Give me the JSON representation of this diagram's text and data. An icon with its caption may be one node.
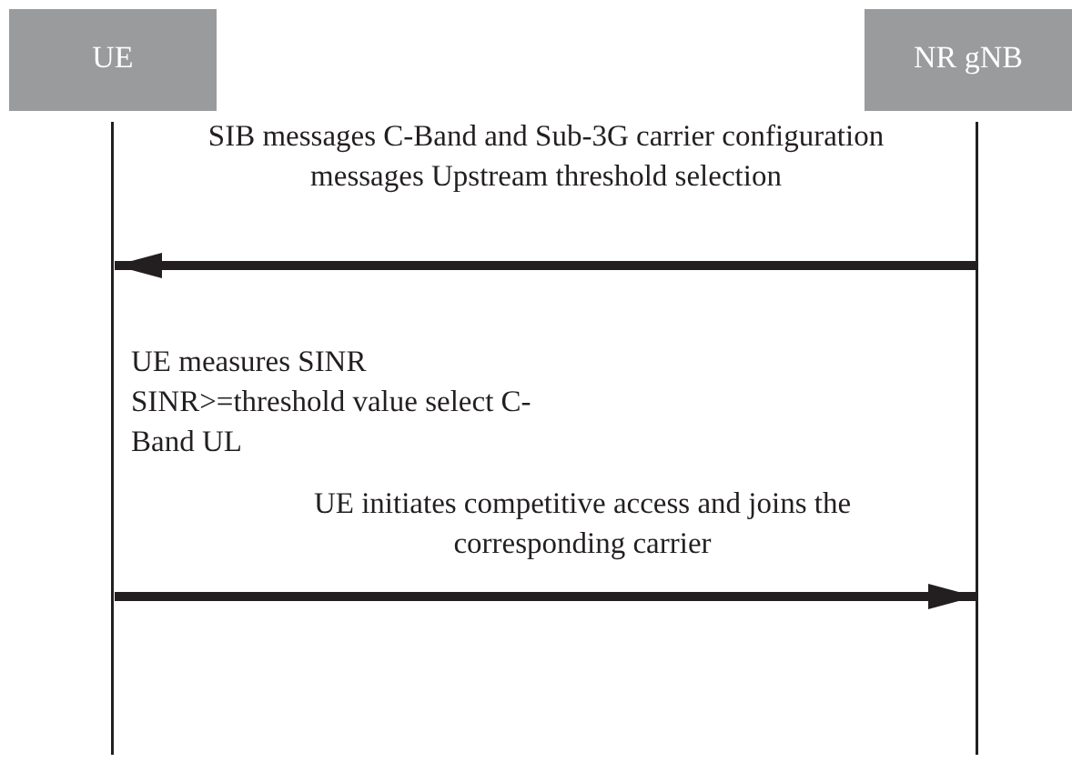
{
  "diagram": {
    "nodes": [
      {
        "text": [
          "UE"
        ]
      },
      {
        "text": [
          "NR gNB"
        ]
      }
    ],
    "edges": [
      {
        "from": 1,
        "to": 0,
        "arrow": "to",
        "label": "SIB messages C-Band and Sub-3G carrier configuration messages Upstream threshold selection"
      },
      {
        "from": 0,
        "to": 1,
        "arrow": "to",
        "label": "UE initiates competitive access and joins the corresponding carrier"
      }
    ],
    "labels": [
      "UE measures SINR SINR>=threshold value select C-Band UL"
    ]
  }
}
